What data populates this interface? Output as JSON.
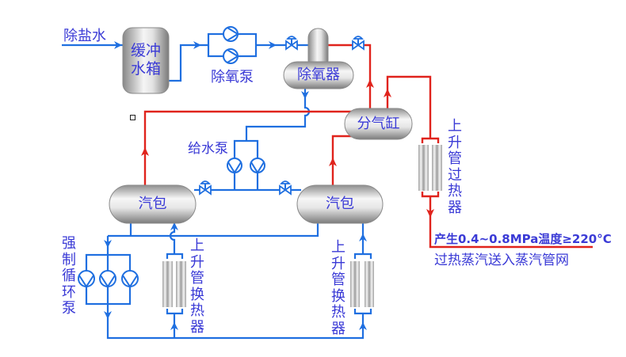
{
  "colors": {
    "water_pipe": "#1f6fe0",
    "steam_pipe": "#e0231c",
    "label_text": "#3a3ad6"
  },
  "labels": {
    "demineralized_water": "除盐水",
    "buffer_tank": [
      "缓冲",
      "水箱"
    ],
    "deaerator_pump": "除氧泵",
    "deaerator": "除氧器",
    "steam_header": "分气缸",
    "feed_water_pump": "给水泵",
    "drum_left": "汽包",
    "drum_right": "汽包",
    "riser_superheater": "上升管过热器",
    "forced_circulation_pump": "强制循环泵",
    "riser_exchanger_left": "上升管换热器",
    "riser_exchanger_right": "上升管换热器",
    "output_line1": "产生0.4~0.8MPa温度≥220°C",
    "output_line2": "过热蒸汽送入蒸汽管网"
  }
}
